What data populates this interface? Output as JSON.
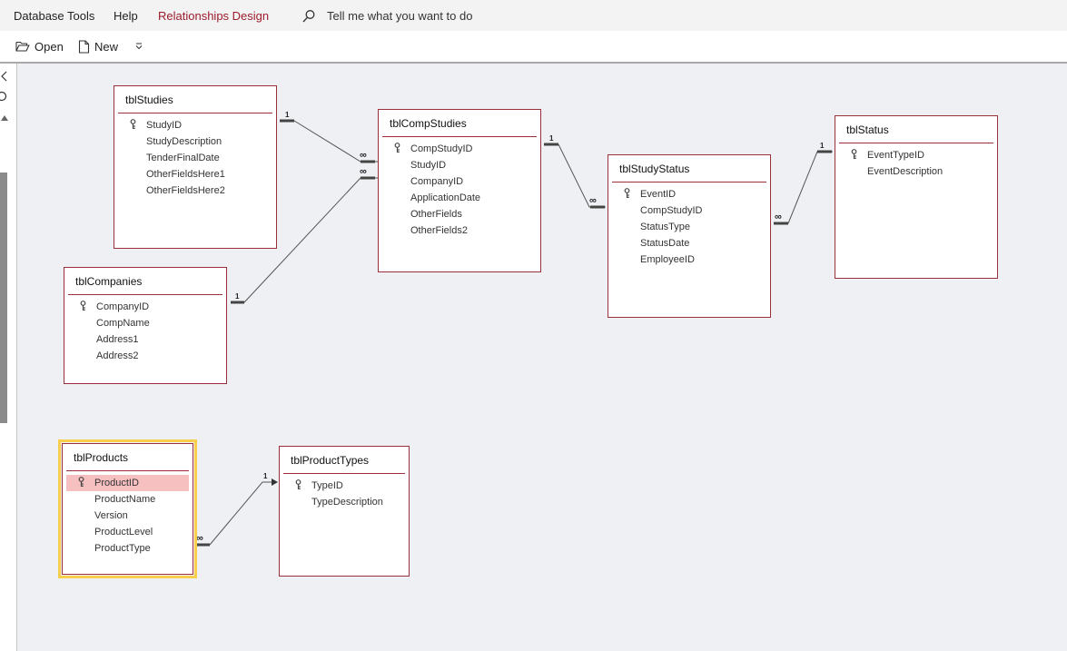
{
  "menu": {
    "items": [
      "Database Tools",
      "Help",
      "Relationships Design"
    ],
    "tell_me": "Tell me what you want to do"
  },
  "toolbar": {
    "open_label": "Open",
    "new_label": "New"
  },
  "tables": {
    "tblStudies": {
      "title": "tblStudies",
      "fields": [
        "StudyID",
        "StudyDescription",
        "TenderFinalDate",
        "OtherFieldsHere1",
        "OtherFieldsHere2"
      ]
    },
    "tblCompStudies": {
      "title": "tblCompStudies",
      "fields": [
        "CompStudyID",
        "StudyID",
        "CompanyID",
        "ApplicationDate",
        "OtherFields",
        "OtherFields2"
      ]
    },
    "tblStudyStatus": {
      "title": "tblStudyStatus",
      "fields": [
        "EventID",
        "CompStudyID",
        "StatusType",
        "StatusDate",
        "EmployeeID"
      ]
    },
    "tblStatus": {
      "title": "tblStatus",
      "fields": [
        "EventTypeID",
        "EventDescription"
      ]
    },
    "tblCompanies": {
      "title": "tblCompanies",
      "fields": [
        "CompanyID",
        "CompName",
        "Address1",
        "Address2"
      ]
    },
    "tblProducts": {
      "title": "tblProducts",
      "fields": [
        "ProductID",
        "ProductName",
        "Version",
        "ProductLevel",
        "ProductType"
      ]
    },
    "tblProductTypes": {
      "title": "tblProductTypes",
      "fields": [
        "TypeID",
        "TypeDescription"
      ]
    }
  },
  "relationships": {
    "one": "1",
    "many": "∞"
  }
}
